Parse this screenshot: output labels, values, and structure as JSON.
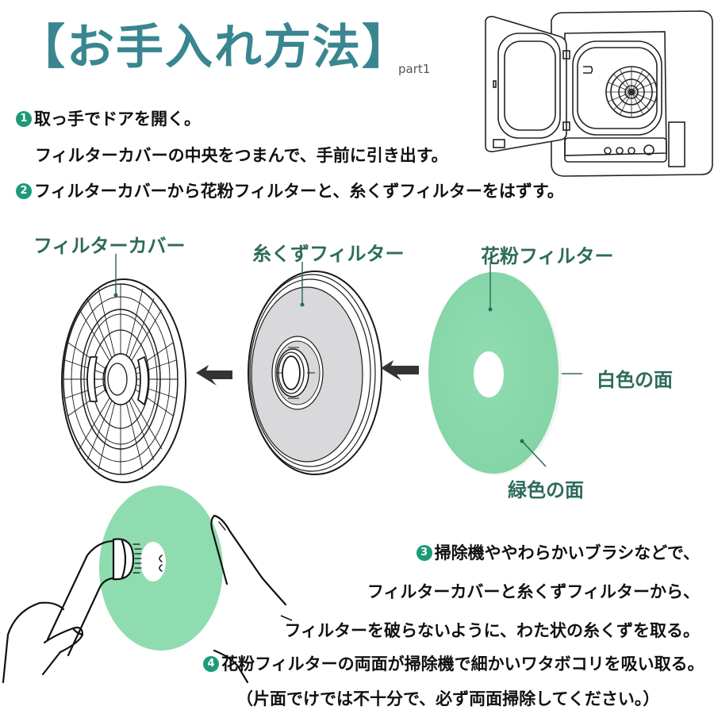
{
  "header": {
    "title": "【お手入れ方法】",
    "subtitle": "part1"
  },
  "steps": [
    {
      "number": "1",
      "lines": [
        "取っ手でドアを開く。",
        "フィルターカバーの中央をつまんで、手前に引き出す。"
      ]
    },
    {
      "number": "2",
      "lines": [
        "フィルターカバーから花粉フィルターと、糸くずフィルターをはずす。"
      ]
    },
    {
      "number": "3",
      "lines": [
        "掃除機ややわらかいブラシなどで、",
        "フィルターカバーと糸くずフィルターから、",
        "フィルターを破らないように、わた状の糸くずを取る。"
      ]
    },
    {
      "number": "4",
      "lines": [
        "花粉フィルターの両面が掃除機で細かいワタボコリを吸い取る。",
        "（片面でけでは不十分で、必ず両面掃除してください。）"
      ]
    }
  ],
  "diagram": {
    "labels": {
      "filter_cover": "フィルターカバー",
      "lint_filter": "糸くずフィルター",
      "pollen_filter": "花粉フィルター",
      "white_side": "白色の面",
      "green_side": "緑色の面"
    },
    "icons": [
      "dryer-illustration",
      "filter-cover-illustration",
      "lint-filter-illustration",
      "pollen-filter-illustration",
      "arrow-left-icon",
      "vacuum-brush-cleaning-illustration"
    ]
  },
  "colors": {
    "title": "#3a8690",
    "label": "#2d6b5a",
    "number_badge": "#1e9a78",
    "pollen_filter_green": "#8fdcb0",
    "lint_filter_gray": "#d9d9db"
  }
}
